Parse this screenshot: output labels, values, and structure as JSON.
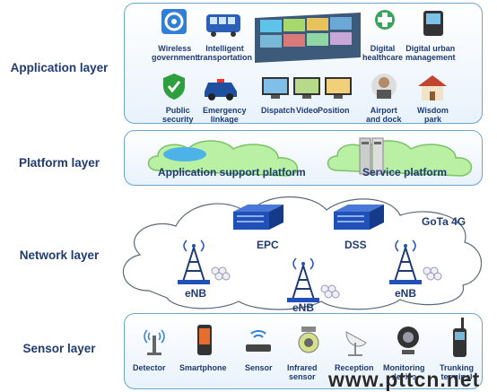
{
  "layers": {
    "application": "Application layer",
    "platform": "Platform layer",
    "network": "Network layer",
    "sensor": "Sensor layer"
  },
  "application_items": [
    {
      "label": "Wireless\ngovernment",
      "icon": "email-icon"
    },
    {
      "label": "Intelligent\ntransportation",
      "icon": "bus-icon"
    },
    {
      "label": "Digital\nhealthcare",
      "icon": "health-icon"
    },
    {
      "label": "Digital urban\nmanagement",
      "icon": "phone-icon"
    },
    {
      "label": "Public\nsecurity",
      "icon": "shield-icon"
    },
    {
      "label": "Emergency\nlinkage",
      "icon": "police-car-icon"
    },
    {
      "label": "Dispatch",
      "icon": "monitor-icon"
    },
    {
      "label": "Video",
      "icon": "monitor-icon"
    },
    {
      "label": "Position",
      "icon": "monitor-icon"
    },
    {
      "label": "Airport\nand dock",
      "icon": "airport-icon"
    },
    {
      "label": "Wisdom\npark",
      "icon": "house-icon"
    }
  ],
  "platform_items": [
    {
      "label": "Application support platform",
      "icon": "platform-cloud-icon"
    },
    {
      "label": "Service platform",
      "icon": "server-icon"
    }
  ],
  "network": {
    "label": "GoTa 4G",
    "nodes": [
      "EPC",
      "DSS",
      "eNB",
      "eNB",
      "eNB"
    ]
  },
  "sensor_items": [
    {
      "label": "Detector",
      "icon": "antenna-icon"
    },
    {
      "label": "Smartphone",
      "icon": "smartphone-icon"
    },
    {
      "label": "Sensor",
      "icon": "router-icon"
    },
    {
      "label": "Infrared\nsensor",
      "icon": "infrared-sensor-icon"
    },
    {
      "label": "Reception",
      "icon": "satellite-dish-icon"
    },
    {
      "label": "Monitoring\ndevice",
      "icon": "webcam-icon"
    },
    {
      "label": "Trunking\nterminal",
      "icon": "walkie-talkie-icon"
    }
  ],
  "watermark": "www.pttcn.net",
  "colors": {
    "label": "#1f3b73",
    "panel_border": "#6aa4cf",
    "cloud_fill": "#b9f0a4",
    "server": "#2150b8"
  }
}
